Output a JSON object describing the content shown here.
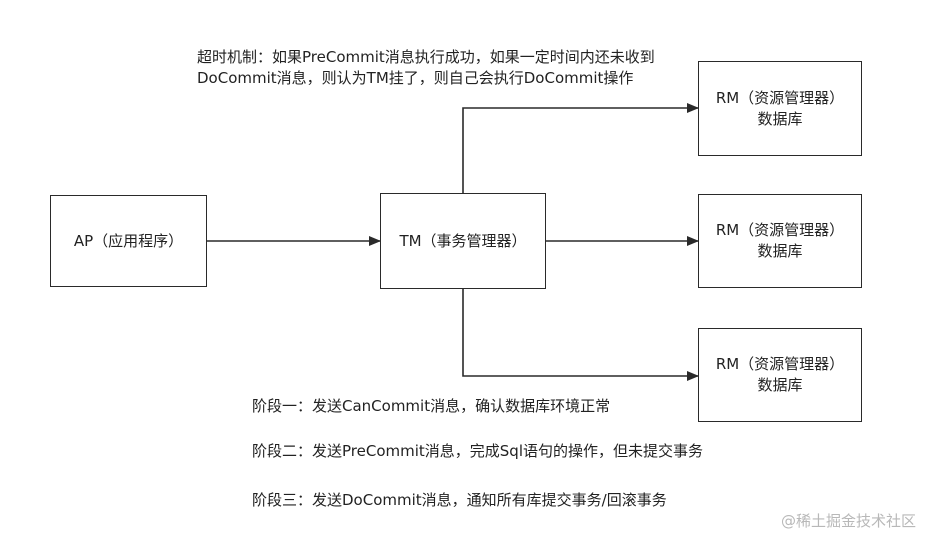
{
  "timeout_note": {
    "line1": "超时机制：如果PreCommit消息执行成功，如果一定时间内还未收到",
    "line2": "DoCommit消息，则认为TM挂了，则自己会执行DoCommit操作"
  },
  "ap_box": {
    "label": "AP（应用程序）"
  },
  "tm_box": {
    "label": "TM（事务管理器）"
  },
  "rm_boxes": [
    {
      "line1": "RM（资源管理器）",
      "line2": "数据库"
    },
    {
      "line1": "RM（资源管理器）",
      "line2": "数据库"
    },
    {
      "line1": "RM（资源管理器）",
      "line2": "数据库"
    }
  ],
  "phases": [
    "阶段一：发送CanCommit消息，确认数据库环境正常",
    "阶段二：发送PreCommit消息，完成Sql语句的操作，但未提交事务",
    "阶段三：发送DoCommit消息，通知所有库提交事务/回滚事务"
  ],
  "watermark": "@稀土掘金技术社区"
}
